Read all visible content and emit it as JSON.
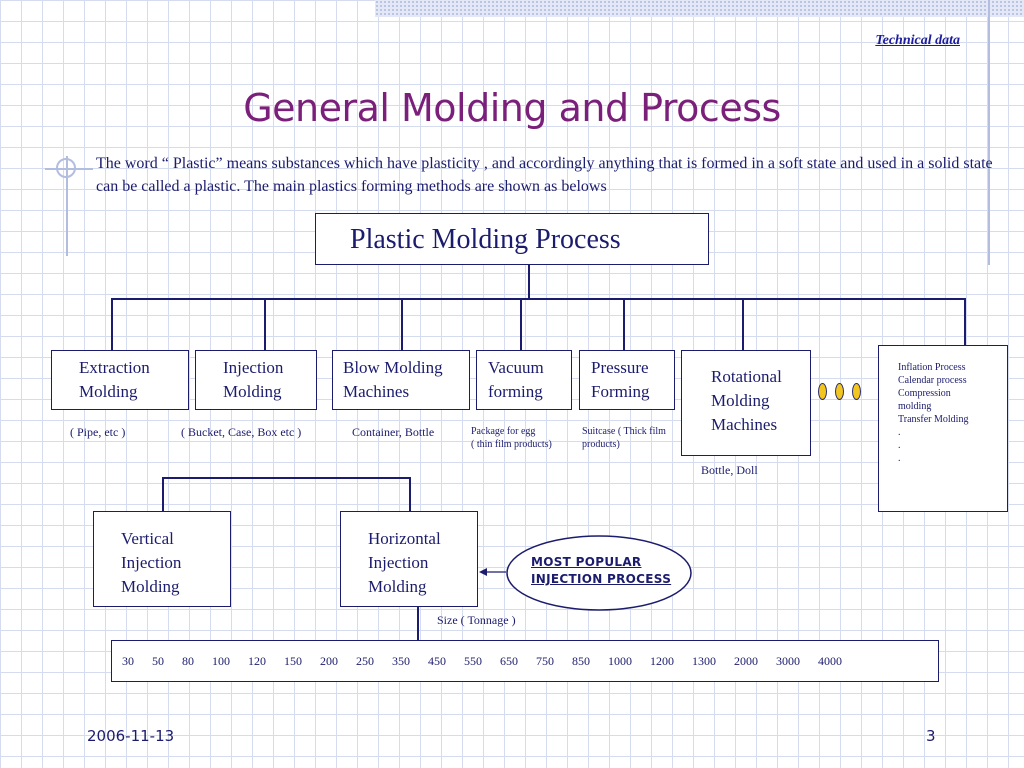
{
  "header": {
    "tech_data": "Technical data"
  },
  "title": "General Molding and Process",
  "intro": "The word “ Plastic” means substances which have plasticity , and accordingly anything that is formed in a soft state and used in a solid state can be called a plastic. The main plastics forming methods are shown as belows",
  "root": "Plastic Molding Process",
  "processes": [
    {
      "label_line1": "Extraction",
      "label_line2": "Molding",
      "example": "( Pipe, etc )"
    },
    {
      "label_line1": "Injection",
      "label_line2": "Molding",
      "example": "( Bucket,  Case,  Box etc )"
    },
    {
      "label_line1": "Blow Molding",
      "label_line2": "Machines",
      "example": "Container, Bottle"
    },
    {
      "label_line1": "Vacuum",
      "label_line2": "forming",
      "example_line1": "Package for egg",
      "example_line2": "( thin film products)"
    },
    {
      "label_line1": "Pressure",
      "label_line2": "Forming",
      "example_line1": "Suitcase ( Thick film",
      "example_line2": "products)"
    },
    {
      "label_line1": "Rotational",
      "label_line2": "Molding",
      "label_line3": "Machines",
      "example": "Bottle, Doll"
    }
  ],
  "others": {
    "items": [
      "Inflation Process",
      "Calendar process",
      "Compression",
      "molding",
      "Transfer Molding",
      ".",
      ".",
      "."
    ]
  },
  "injection_types": [
    {
      "line1": "Vertical",
      "line2": "Injection",
      "line3": "Molding"
    },
    {
      "line1": "Horizontal",
      "line2": "Injection",
      "line3": "Molding"
    }
  ],
  "callout": {
    "line1": "Most popular",
    "line2": "injection process"
  },
  "tonnage": {
    "label": "Size ( Tonnage )",
    "values": [
      "30",
      "50",
      "80",
      "100",
      "120",
      "150",
      "200",
      "250",
      "350",
      "450",
      "550",
      "650",
      "750",
      "850",
      "1000",
      "1200",
      "1300",
      "2000",
      "3000",
      "4000"
    ]
  },
  "footer": {
    "date": "2006-11-13",
    "page": "3"
  },
  "colors": {
    "title": "#7a1f7a",
    "text": "#1c1c6e",
    "accent_dots": "#f2c61f",
    "grid": "#d6dcef"
  }
}
